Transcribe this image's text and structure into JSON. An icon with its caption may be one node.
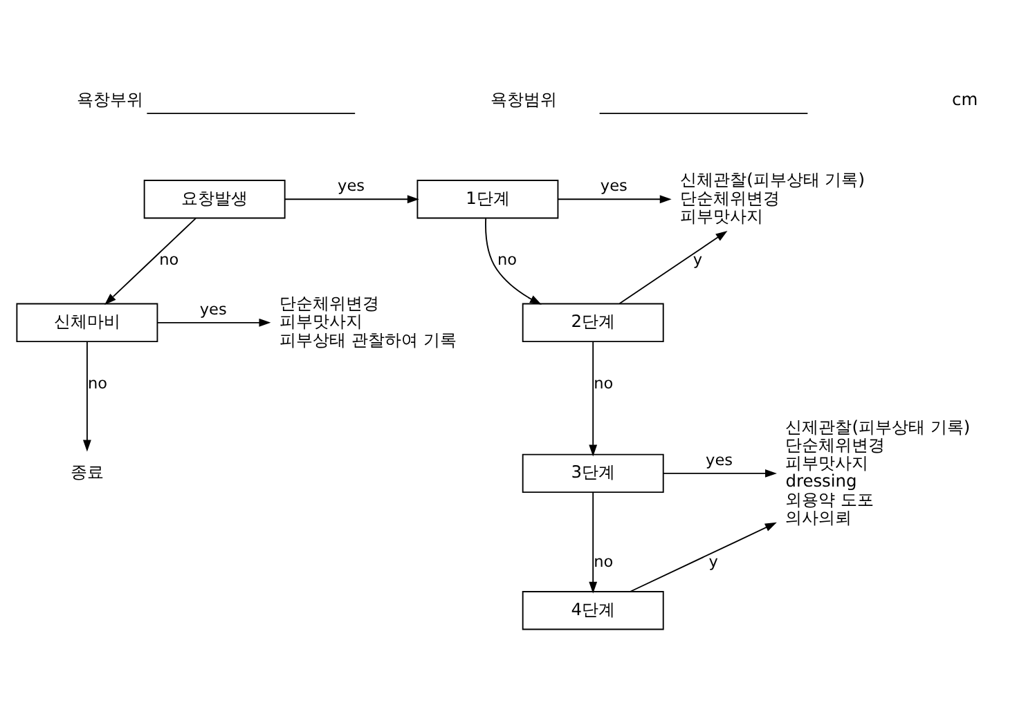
{
  "diagram": {
    "nodes": [
      {
        "text": [
          "요창발생"
        ]
      },
      {
        "text": [
          "1단계"
        ]
      },
      {
        "text": [
          "2단계"
        ]
      },
      {
        "text": [
          "3단계"
        ]
      },
      {
        "text": [
          "4단계"
        ]
      },
      {
        "text": [
          "신체마비"
        ]
      },
      {
        "text": [
          "종료"
        ]
      },
      {
        "text": [
          "신체관찰(피부상태 기록)",
          "단순체위변경",
          "피부맛사지"
        ]
      },
      {
        "text": [
          "신제관찰(피부상태 기록)",
          "단순체위변경",
          "피부맛사지",
          "dressing",
          "외용약 도포",
          "의사의뢰"
        ]
      },
      {
        "text": [
          "단순체위변경",
          "피부맛사지",
          "피부상태 관찰하여 기록"
        ]
      }
    ],
    "edges": [
      {
        "from": 0,
        "to": 1,
        "arrow": "to",
        "label": "yes"
      },
      {
        "from": 1,
        "to": 7,
        "arrow": "to",
        "label": "yes"
      },
      {
        "from": 1,
        "to": 2,
        "arrow": "to",
        "label": "no"
      },
      {
        "from": 2,
        "to": 7,
        "arrow": "to",
        "label": "y"
      },
      {
        "from": 2,
        "to": 3,
        "arrow": "to",
        "label": "no"
      },
      {
        "from": 3,
        "to": 8,
        "arrow": "to",
        "label": "yes"
      },
      {
        "from": 3,
        "to": 4,
        "arrow": "to",
        "label": "no"
      },
      {
        "from": 4,
        "to": 8,
        "arrow": "to",
        "label": "y"
      },
      {
        "from": 0,
        "to": 5,
        "arrow": "to",
        "label": "no"
      },
      {
        "from": 5,
        "to": 9,
        "arrow": "to",
        "label": "yes"
      },
      {
        "from": 5,
        "to": 6,
        "arrow": "to",
        "label": "no"
      }
    ],
    "labels": [
      "욕창부위",
      "욕창범위",
      "cm"
    ]
  }
}
